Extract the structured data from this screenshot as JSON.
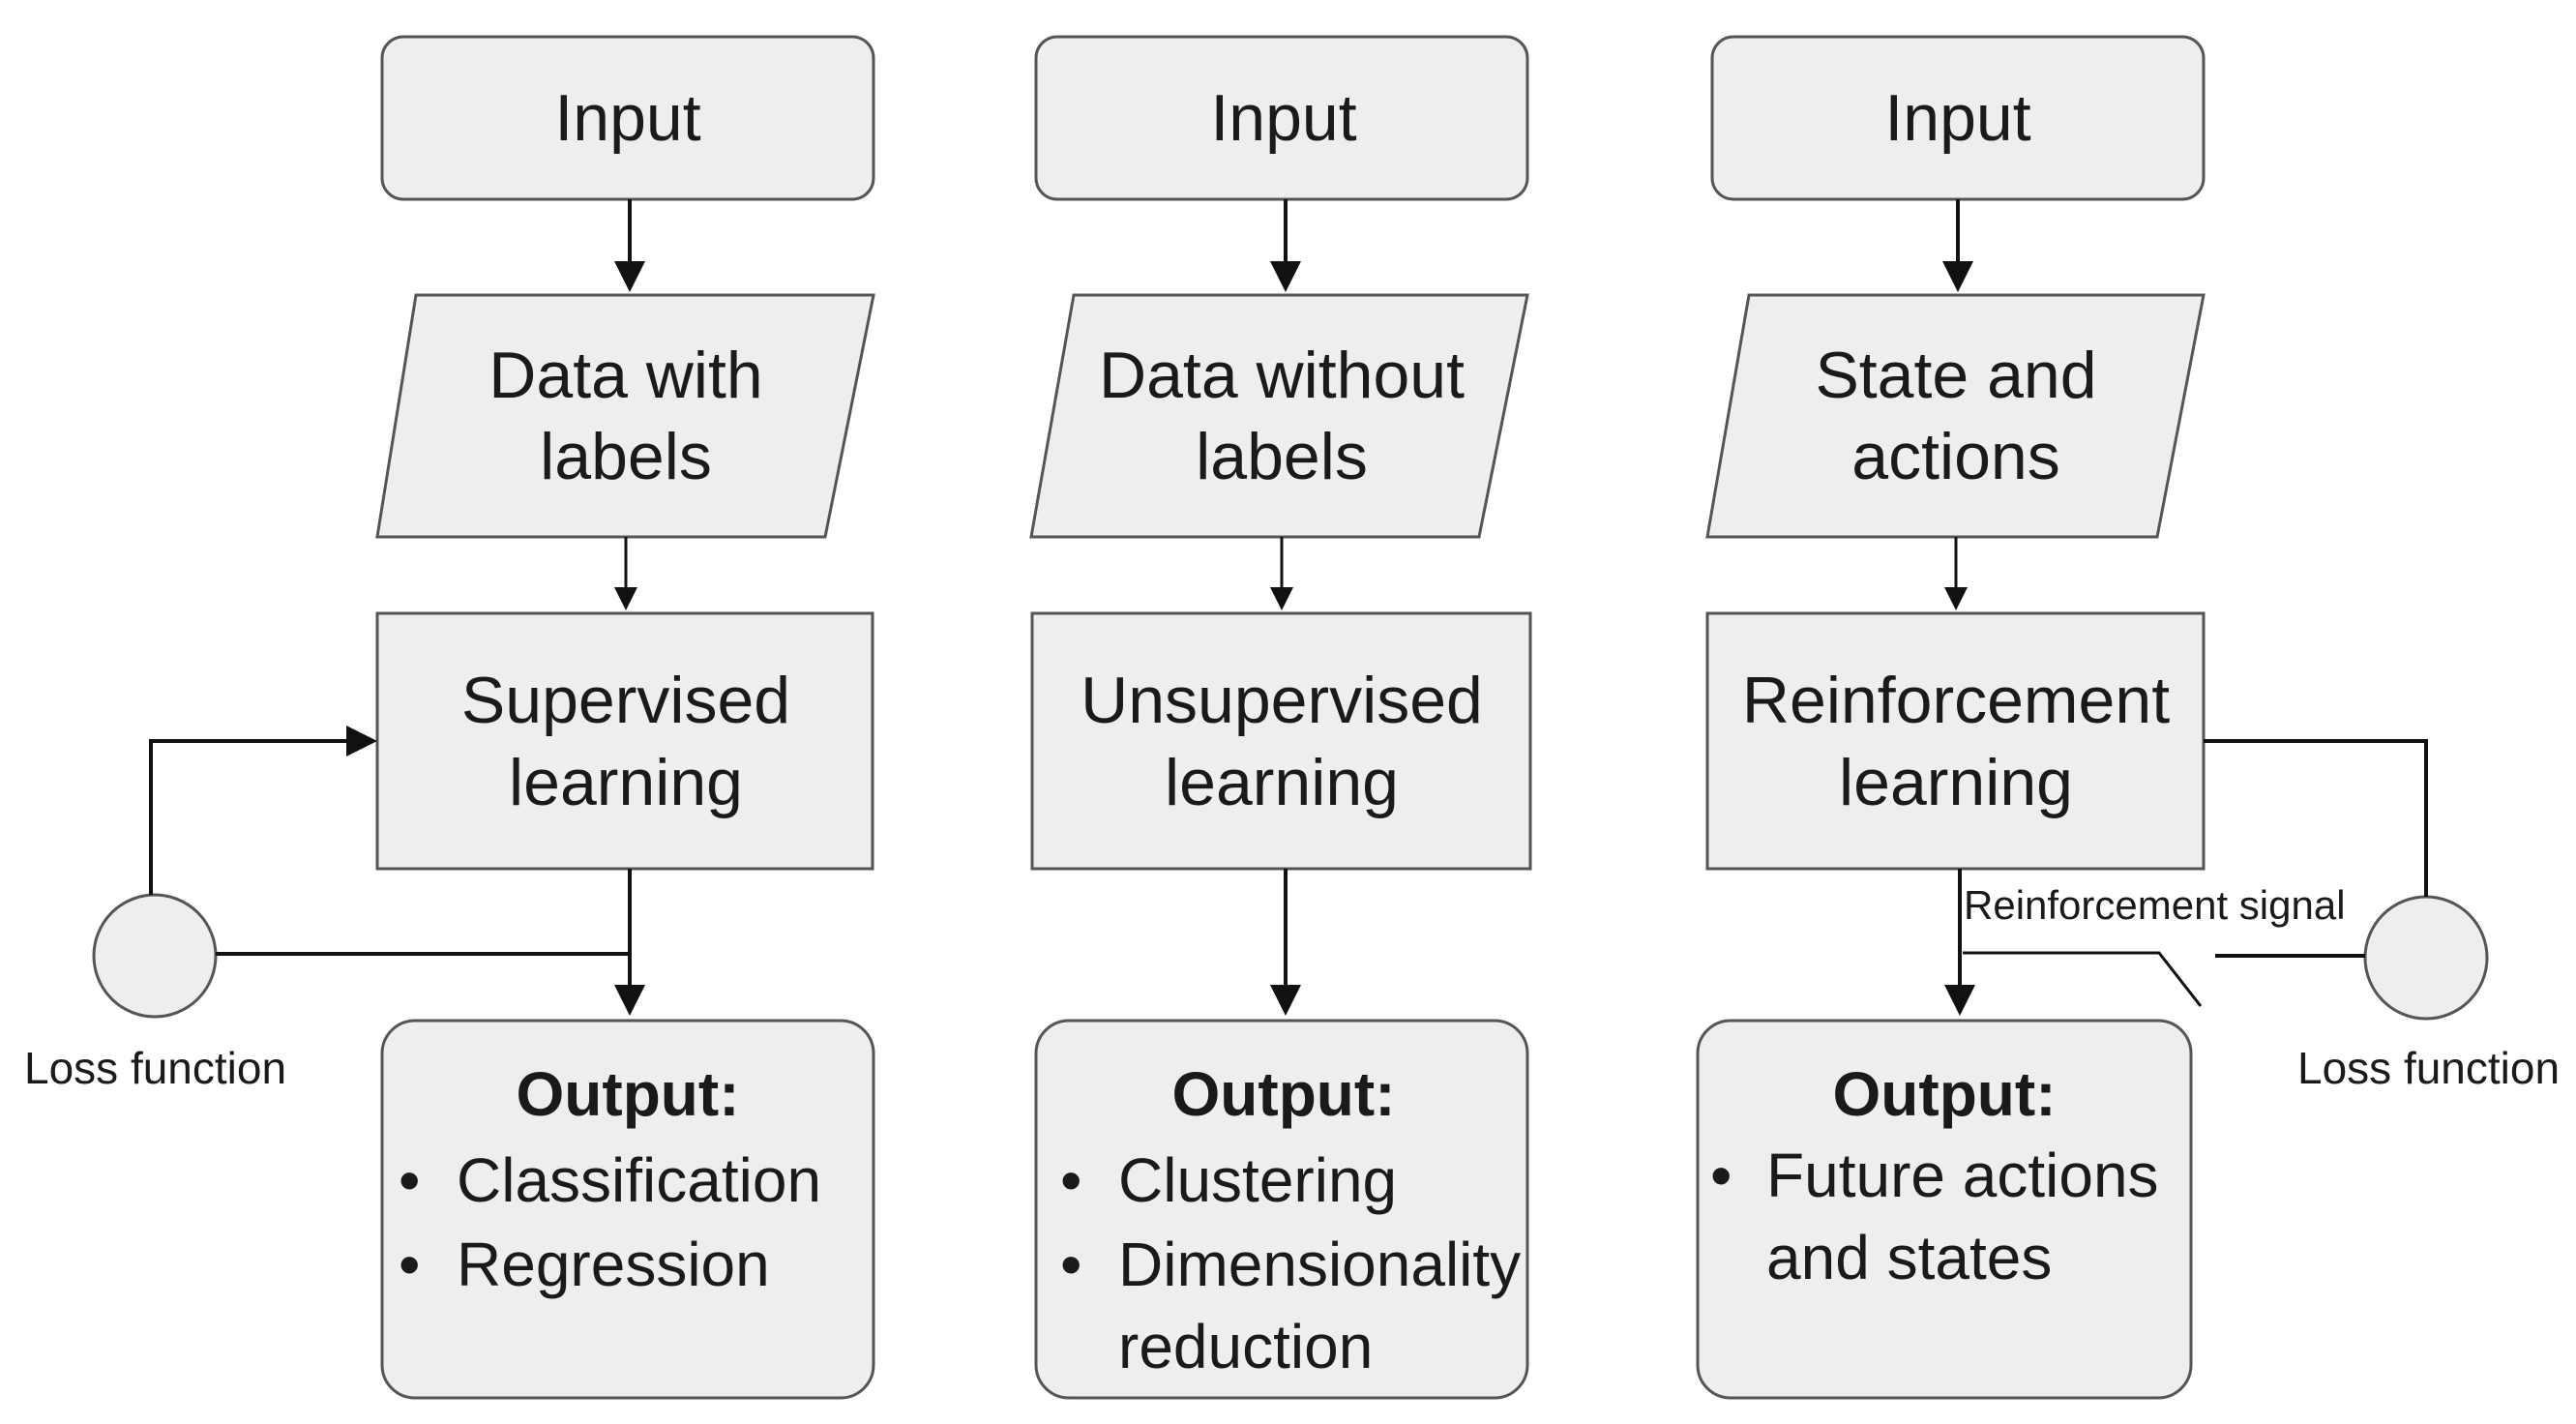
{
  "colors": {
    "box_fill": "#eeeeee",
    "box_stroke": "#555555",
    "line": "#111111",
    "text": "#1a1a1a",
    "background": "#ffffff"
  },
  "columns": [
    {
      "input": "Input",
      "data": [
        "Data with",
        "labels"
      ],
      "method": [
        "Supervised",
        "learning"
      ],
      "output_title": "Output:",
      "output_items": [
        [
          "Classification"
        ],
        [
          "Regression"
        ]
      ]
    },
    {
      "input": "Input",
      "data": [
        "Data without",
        "labels"
      ],
      "method": [
        "Unsupervised",
        "learning"
      ],
      "output_title": "Output:",
      "output_items": [
        [
          "Clustering"
        ],
        [
          "Dimensionality",
          "reduction"
        ]
      ]
    },
    {
      "input": "Input",
      "data": [
        "State and",
        "actions"
      ],
      "method": [
        "Reinforcement",
        "learning"
      ],
      "output_title": "Output:",
      "output_items": [
        [
          "Future actions",
          "and states"
        ]
      ]
    }
  ],
  "feedback": {
    "left_label": "Loss function",
    "right_label": "Loss function",
    "signal_label": "Reinforcement signal"
  }
}
